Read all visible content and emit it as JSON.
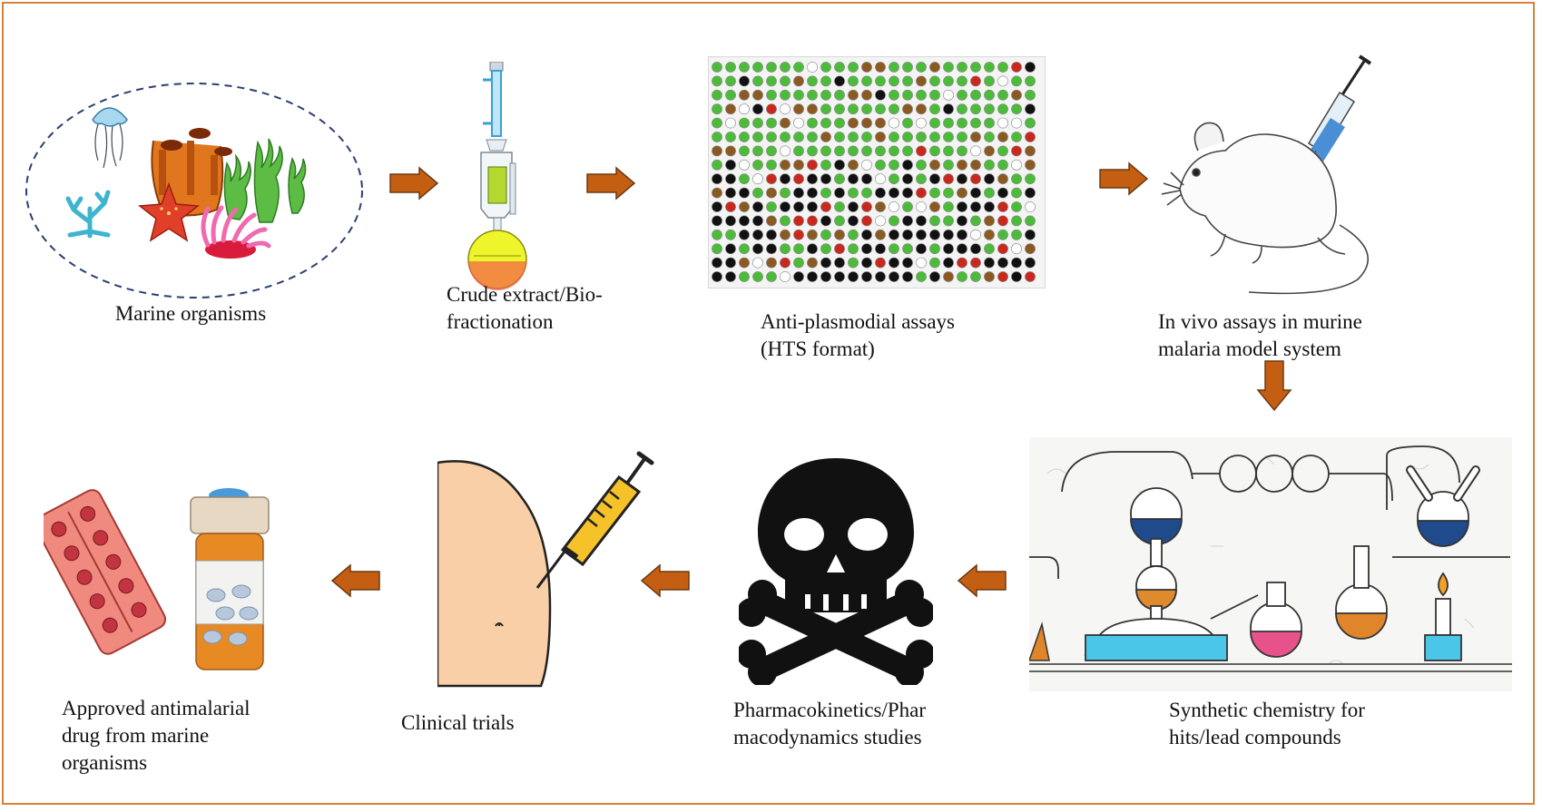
{
  "steps": {
    "marine": {
      "label": "Marine organisms"
    },
    "crude": {
      "label": "Crude extract/Bio-\nfractionation"
    },
    "assay": {
      "label": "Anti-plasmodial assays\n(HTS format)"
    },
    "invivo": {
      "label": "In vivo assays in murine\nmalaria model system"
    },
    "synth": {
      "label": "Synthetic chemistry for\nhits/lead compounds"
    },
    "pkpd": {
      "label": "Pharmacokinetics/Phar\nmacodynamics studies"
    },
    "clinical": {
      "label": "Clinical trials"
    },
    "approved": {
      "label": "Approved antimalarial\ndrug from marine\norganisms"
    }
  },
  "colors": {
    "frame": "#d9803a",
    "arrow": "#c45e12",
    "arrow_edge": "#6b3a12",
    "well_green": "#4cbb3a",
    "well_black": "#111111",
    "well_red": "#c8281e",
    "well_brown": "#8a5a22"
  }
}
